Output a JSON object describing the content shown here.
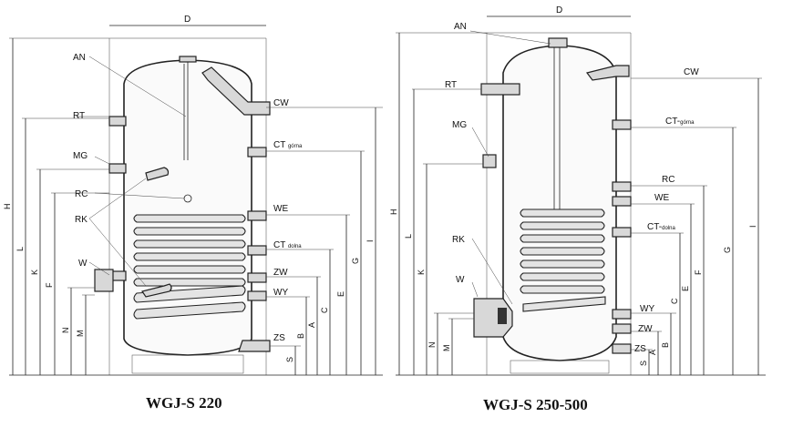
{
  "left": {
    "caption": "WGJ-S 220",
    "width_label": "D",
    "height_labels": [
      "H",
      "L",
      "K",
      "F",
      "N",
      "M"
    ],
    "connection_labels": [
      "AN",
      "RT",
      "MG",
      "RC",
      "RK",
      "W"
    ],
    "right_labels": {
      "cw": "CW",
      "ct_gorna": {
        "main": "CT",
        "sub": "górna"
      },
      "we": "WE",
      "ct_dolna": {
        "main": "CT",
        "sub": "dolna"
      },
      "zw": "ZW",
      "wy": "WY",
      "zs": "ZS"
    },
    "dimension_labels": [
      "I",
      "G",
      "E",
      "C",
      "A",
      "B",
      "S"
    ]
  },
  "right": {
    "caption": "WGJ-S 250-500",
    "width_label": "D",
    "height_labels": [
      "H",
      "L",
      "K",
      "N",
      "M"
    ],
    "connection_labels": [
      "AN",
      "RT",
      "MG",
      "RK",
      "W"
    ],
    "right_labels": {
      "cw": "CW",
      "ct_gorna": {
        "main": "CT-",
        "sub": "górna"
      },
      "rc": "RC",
      "we": "WE",
      "ct_dolna": {
        "main": "CT-",
        "sub": "dolna"
      },
      "wy": "WY",
      "zw": "ZW",
      "zs": "ZS"
    },
    "dimension_labels": [
      "I",
      "G",
      "F",
      "E",
      "C",
      "B",
      "A",
      "S"
    ]
  }
}
